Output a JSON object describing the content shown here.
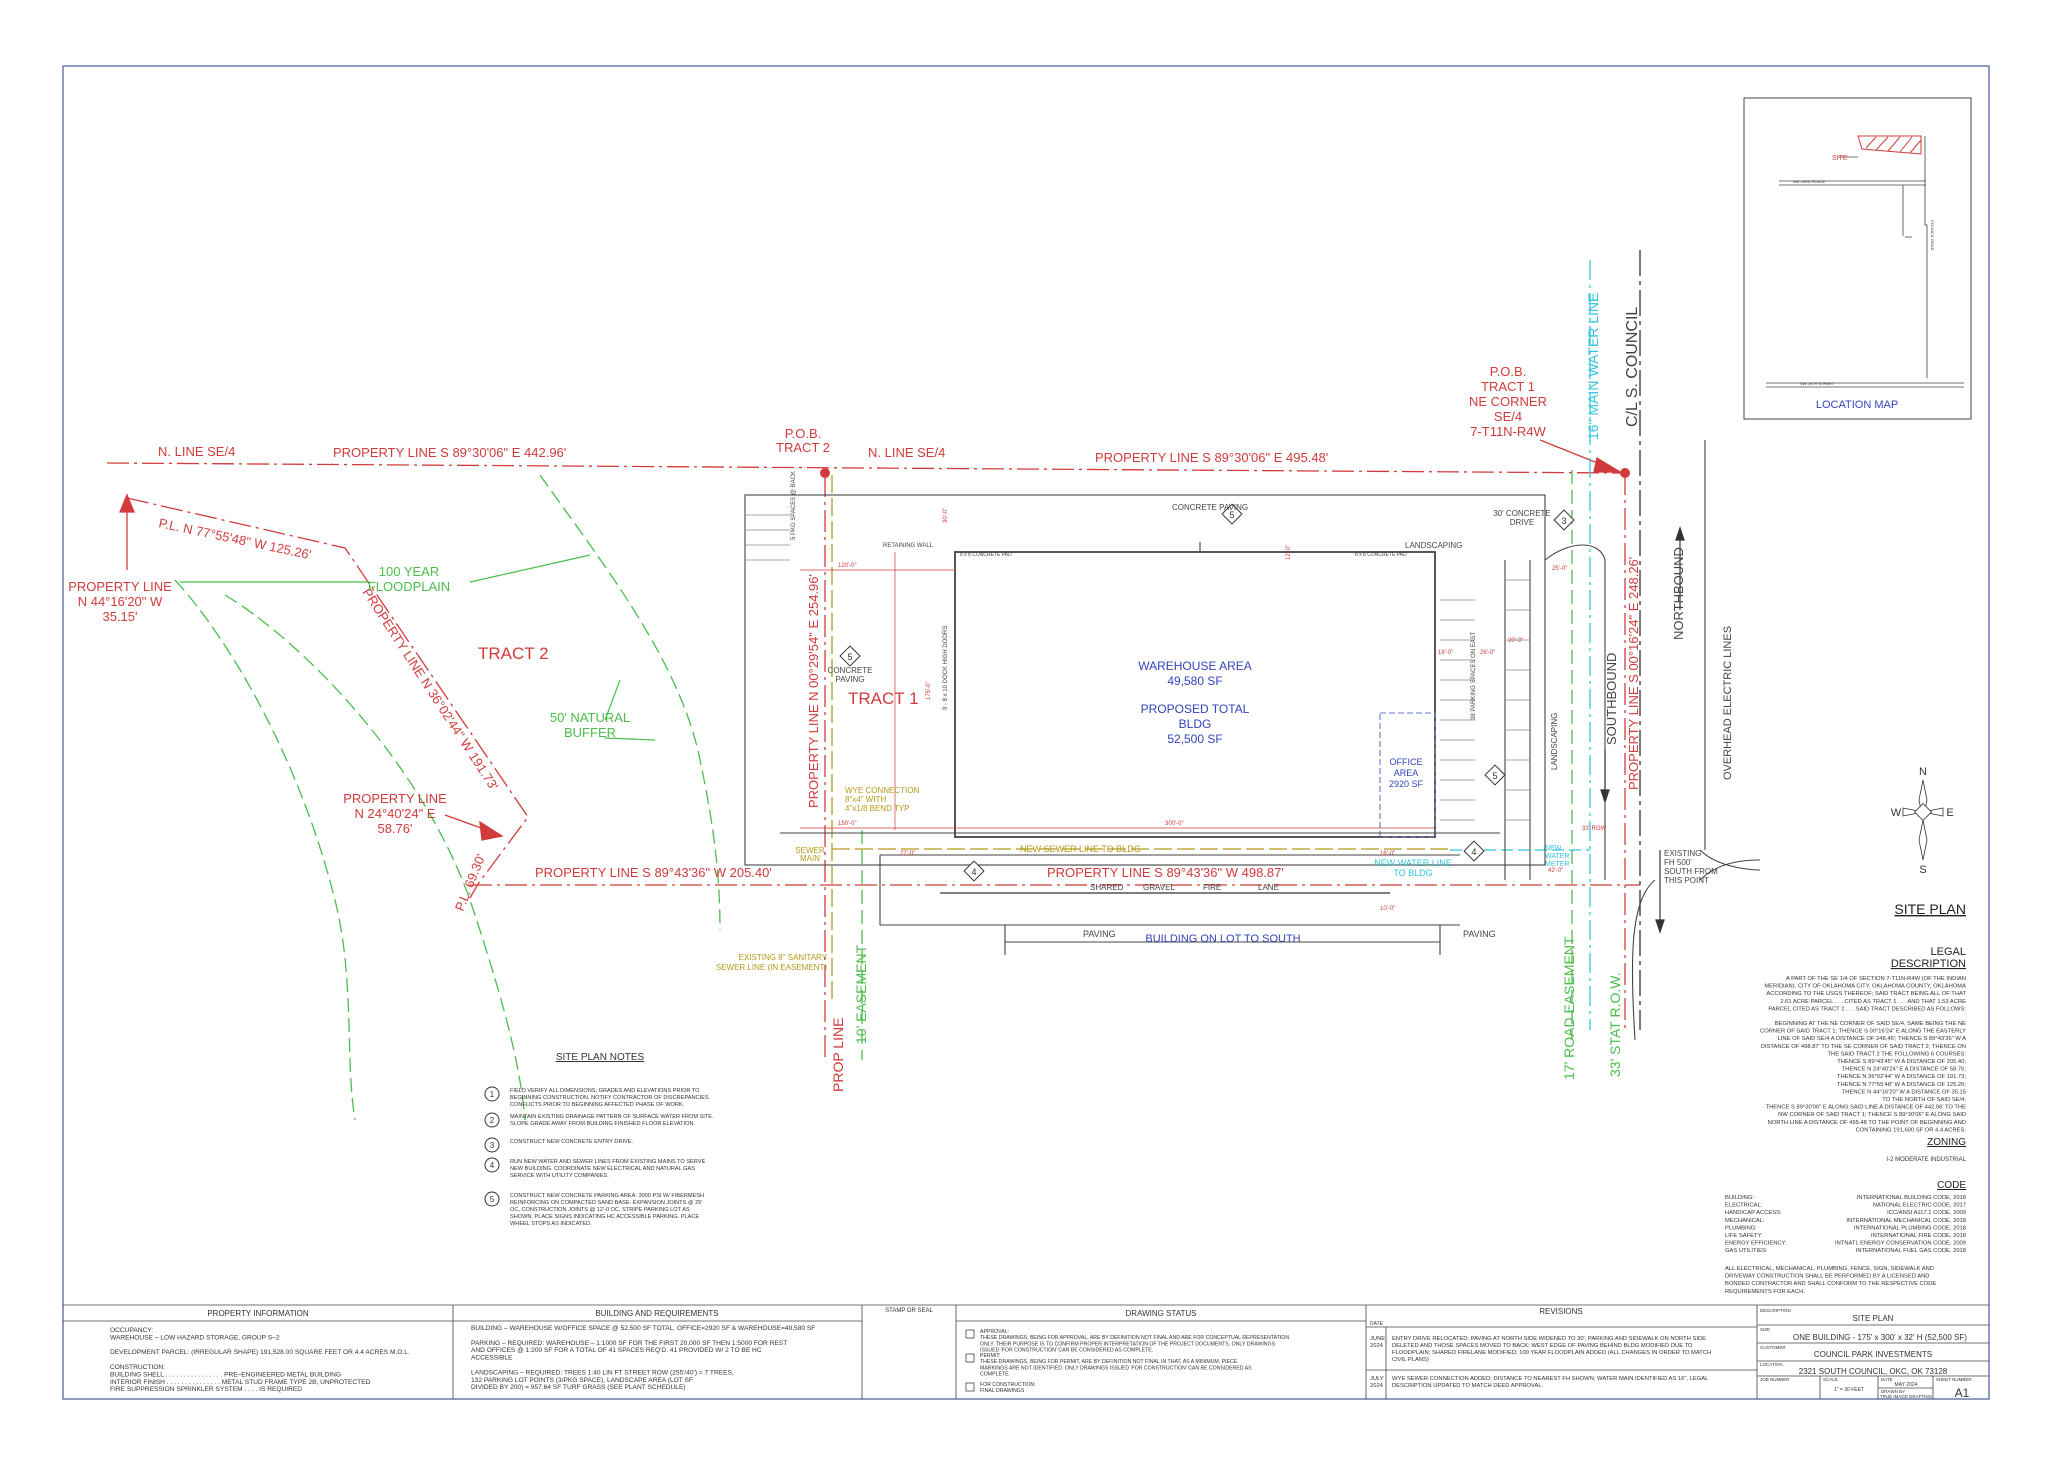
{
  "plan": {
    "north_line_left": "N. LINE SE/4",
    "north_line_mid": "N. LINE SE/4",
    "prop_line_top_left": "PROPERTY LINE S 89°30'06\" E 442.96'",
    "prop_line_top_right": "PROPERTY LINE S 89°30'06\" E 495.48'",
    "pl_77": "P.L. N 77°55'48\" W 125.26'",
    "prop_line_44": [
      "PROPERTY LINE",
      "N 44°16'20\" W",
      "35.15'"
    ],
    "floodplain": [
      "100 YEAR",
      "FLOODPLAIN"
    ],
    "tract2": "TRACT 2",
    "prop_line_36": "PROPERTY LINE N 36°02'44\" W 191.73'",
    "natural_buffer": [
      "50' NATURAL",
      "BUFFER"
    ],
    "prop_line_24": [
      "PROPERTY LINE",
      "N 24°40'24\" E",
      "58.76'"
    ],
    "pl_69": "P.L. 69.30'",
    "prop_line_bottom_left": "PROPERTY LINE S 89°43'36\" W 205.40'",
    "prop_line_bottom_right": "PROPERTY LINE S 89°43'36\" W 498.87'",
    "pob_tract2": [
      "P.O.B.",
      "TRACT 2"
    ],
    "pob_tract1": [
      "P.O.B.",
      "TRACT 1",
      "NE CORNER",
      "SE/4",
      "7-T11N-R4W"
    ],
    "tract1": "TRACT 1",
    "prop_line_west": "PROPERTY LINE N 00°29'54\" E 254.96'",
    "prop_line_east": "PROPERTY LINE S 00°16'24\" E 248.26'",
    "concrete_paving_top": "CONCRETE PAVING",
    "concrete_paving_left": [
      "CONCRETE",
      "PAVING"
    ],
    "concrete_drive": [
      "30' CONCRETE",
      "DRIVE"
    ],
    "landscaping_top": "LANDSCAPING",
    "landscaping_side": "LANDSCAPING",
    "warehouse": [
      "WAREHOUSE AREA",
      "49,580 SF"
    ],
    "proposed": [
      "PROPOSED TOTAL",
      "BLDG",
      "52,500 SF"
    ],
    "office": [
      "OFFICE",
      "AREA",
      "2920 SF"
    ],
    "main_water_line": "16\" MAIN WATER LINE",
    "council": "C/L S. COUNCIL",
    "northbound": "NORTHBOUND",
    "southbound": "SOUTHBOUND",
    "overhead_electric": "OVERHEAD ELECTRIC LINES",
    "new_sewer_line": "NEW SEWER LINE TO BLDG",
    "new_water_line": [
      "NEW WATER LINE",
      "TO BLDG"
    ],
    "shared_lane": [
      "SHARED",
      "GRAVEL",
      "FIRE",
      "LANE"
    ],
    "paving_left": "PAVING",
    "paving_right": "PAVING",
    "building_south": "BUILDING ON LOT TO SOUTH",
    "existing_sewer": [
      "EXISTING 8\" SANITARY",
      "SEWER LINE (IN EASEMENT)"
    ],
    "wye_connection": [
      "WYE CONNECTION",
      "8\"x4\" WITH",
      "4\"x1/8 BEND TYP"
    ],
    "sewer_main": [
      "SEWER",
      "MAIN"
    ],
    "easement_10": "10' EASEMENT",
    "prop_line_label": "PROP LINE",
    "road_easement": "17' ROAD EASEMENT",
    "stat_row": "33' STAT R.O.W.",
    "existing_fh": [
      "EXISTING",
      "FH 500'",
      "SOUTH FROM",
      "THIS POINT"
    ],
    "dims": {
      "d120": "120'-0\"",
      "d300": "300'-0\"",
      "d150": "150'-0\"",
      "d175": "175'-0\"",
      "d30": "30'-0\"",
      "d22": "22'-0\"",
      "d16": "16'-0\"",
      "d10": "10'-0\"",
      "d18": "18'-0\"",
      "d20": "20'-0\"",
      "d25": "25'-0\"",
      "d42": "42'-0\"",
      "d33": "33' ROW",
      "d12": "12'-0\"",
      "d26": "26'-0\""
    },
    "parking_east": "38 PARKING SPACES ON EAST",
    "parking_back": "5 PKG SPACES @ BACK",
    "dock_doors": "9 - 8 x 10 DOCK HIGH DOORS",
    "retaining_wall": "RETAINING WALL",
    "pads": "8 x 8 CONCRETE PAD",
    "new_meter": [
      "NEW",
      "WATER",
      "METER"
    ]
  },
  "location_map": {
    "title": "LOCATION MAP",
    "site": "SITE",
    "street_top": "SW 23RD PLACE",
    "street_bottom": "SW 29TH STREET",
    "road": "COUNCIL ROAD"
  },
  "compass": {
    "n": "N",
    "s": "S",
    "e": "E",
    "w": "W"
  },
  "notes": {
    "title": "SITE PLAN NOTES",
    "items": [
      {
        "num": "1",
        "text": [
          "FIELD VERIFY ALL DIMENSIONS, GRADES AND ELEVATIONS PRIOR TO",
          "BEGINNING CONSTRUCTION. NOTIFY CONTRACTOR OF DISCREPANCIES.",
          "CONFLICTS PRIOR TO BEGINNING AFFECTED PHASE OF WORK."
        ]
      },
      {
        "num": "2",
        "text": [
          "MAINTAIN EXISTING DRAINAGE PATTERN OF SURFACE WATER FROM SITE.",
          "SLOPE GRADE AWAY FROM BUILDING FINISHED FLOOR ELEVATION."
        ]
      },
      {
        "num": "3",
        "text": [
          "CONSTRUCT NEW CONCRETE ENTRY DRIVE."
        ]
      },
      {
        "num": "4",
        "text": [
          "RUN NEW WATER AND SEWER LINES FROM EXISTING MAINS TO SERVE",
          "NEW BUILDING. COORDINATE NEW ELECTRICAL AND NATURAL GAS",
          "SERVICE WITH UTILITY COMPANIES."
        ]
      },
      {
        "num": "5",
        "text": [
          "CONSTRUCT NEW CONCRETE PARKING AREA: 3000 PSI W/ FIBERMESH",
          "REINFORCING ON COMPACTED SAND BASE. EXPANSION JOINTS @ 25'",
          "OC, CONSTRUCTION JOINTS @ 12'-0 OC. STRIPE PARKING LOT AS",
          "SHOWN. PLACE SIGNS INDICATING HC ACCESSIBLE PARKING. PLACE",
          "WHEEL STOPS AS INDICATED."
        ]
      }
    ]
  },
  "right_panel": {
    "site_plan": "SITE PLAN",
    "legal_title": [
      "LEGAL",
      "DESCRIPTION"
    ],
    "legal_p1": [
      "A PART OF THE SE 1/4 OF SECTION 7-T11N-R4W (OF THE INDIAN",
      "MERIDIAN), CITY OF OKLAHOMA CITY, OKLAHOMA COUNTY, OKLAHOMA",
      "ACCORDING TO THE USGS THEREOF; SAID TRACT BEING ALL OF THAT",
      "2.61 ACRE PARCEL . . . CITED AS TRACT 1 . . . AND THAT 1.53 ACRE",
      "PARCEL CITED AS TRACT 2 . . . SAID TRACT DESCRIBED AS FOLLOWS:"
    ],
    "legal_p2": [
      "BEGINNING AT THE NE CORNER OF SAID SE/4, SAME BEING THE NE",
      "CORNER OF SAID TRACT 1; THENCE S 00°16'24\" E ALONG THE EASTERLY",
      "LINE OF SAID SE/4 A DISTANCE OF 248.46'; THENCE S 89°43'36\" W A",
      "DISTANCE OF 498.87' TO THE SE CORNER OF SAID TRACT 2; THENCE ON",
      "THE SAID TRACT 2 THE FOLLOWING 6 COURSES:",
      "THENCE S 89°43'45\" W A DISTANCE OF 205.40;",
      "THENCE N 24°40'24\" E A DISTANCE OF 58.76;",
      "THENCE N 36°02'44\" W A DISTANCE OF 191.73;",
      "THENCE N 77°55'48\" W A DISTANCE OF 125.26;",
      "THENCE N 44°16'20\" W A DISTANCE OF 35.15",
      "TO THE NORTH OF SAID SE/4;",
      "THENCE S 89°30'06\" E ALONG SAID LINE A DISTANCE OF 442.96' TO THE",
      "NW CORNER OF SAID TRACT 1; THENCE S 89°30'06\" E ALONG SAID",
      "NORTH LINE A DISTANCE OF 495.48 TO THE POINT OF BEGINNING AND",
      "CONTAINING 191,600 SF OR 4.4 ACRES."
    ],
    "zoning_title": "ZONING",
    "zoning": "I-2 MODERATE INDUSTRIAL",
    "code_title": "CODE",
    "codes": [
      [
        "BUILDING:",
        "INTERNATIONAL BUILDING CODE, 2018"
      ],
      [
        "ELECTRICAL:",
        "NATIONAL ELECTRIC CODE, 2017"
      ],
      [
        "HANDICAP ACCESS:",
        "ICC/ANSI A117.1 CODE, 2009"
      ],
      [
        "MECHANICAL:",
        "INTERNATIONAL MECHANICAL CODE, 2018"
      ],
      [
        "PLUMBING:",
        "INTERNATIONAL PLUMBING CODE, 2018"
      ],
      [
        "LIFE SAFETY:",
        "INTERNATIONAL FIRE CODE, 2018"
      ],
      [
        "ENERGY EFFICIENCY:",
        "INTNATL ENERGY CONSERVATION CODE, 2009"
      ],
      [
        "GAS UTILITIES:",
        "INTERNATIONAL FUEL GAS CODE, 2018"
      ]
    ],
    "code_note": [
      "ALL ELECTRICAL, MECHANICAL, PLUMBING, FENCE, SIGN, SIDEWALK AND",
      "DRIVEWAY CONSTRUCTION SHALL BE PERFORMED BY A LICENSED AND",
      "BONDED CONTRACTOR AND SHALL CONFORM TO THE RESPECTIVE CODE",
      "REQUIREMENTS FOR EACH."
    ]
  },
  "title_block": {
    "property_info": {
      "title": "PROPERTY INFORMATION",
      "lines": [
        "OCCUPANCY:",
        "WAREHOUSE – LOW HAZARD STORAGE, GROUP S–2",
        "",
        "DEVELOPMENT PARCEL: (IRREGULAR SHAPE) 191,528.00 SQUARE FEET OR 4.4 ACRES M.O.L.",
        "",
        "CONSTRUCTION:",
        "BUILDING SHELL . . . . . . . . . . . . . . . . PRE–ENGINEERED METAL BUILDING",
        "INTERIOR FINISH . . . . . . . . . . . . . . . METAL STUD FRAME TYPE 2B, UNPROTECTED",
        "FIRE SUPPRESSION SPRINKLER SYSTEM . . . . IS REQUIRED"
      ]
    },
    "building_req": {
      "title": "BUILDING AND REQUIREMENTS",
      "lines": [
        "BUILDING – WAREHOUSE W/OFFICE SPACE @ 52,500 SF TOTAL. OFFICE=2920 SF  & WAREHOUSE=49,580 SF",
        "",
        "PARKING – REQUIRED: WAREHOUSE – 1:1000 SF FOR THE FIRST 20,000 SF THEN 1:5000 FOR REST",
        "          AND OFFICES @ 1:200 SF FOR A TOTAL OF 41 SPACES REQ'D. 41 PROVIDED W/ 2 TO BE HC",
        "          ACCESSIBLE",
        "",
        "LANDSCAPING – REQUIRED: TREES 1:40 LIN FT STREET ROW (255'/40') = 7 TREES,",
        "          132 PARKING LOT POINTS (3/PKG SPACE), LANDSCAPE AREA (LOT SF",
        "          DIVIDED BY 200) = 957.64 SF TURF GRASS (SEE PLANT SCHEDULE)"
      ]
    },
    "stamp": "STAMP OR SEAL",
    "drawing_status": {
      "title": "DRAWING STATUS",
      "approval": [
        "APPROVAL:",
        "THESE DRAWINGS, BEING FOR APPROVAL, ARE BY DEFINITION NOT FINAL AND ARE FOR CONCEPTUAL REPRESENTATION",
        "ONLY.  THEIR PURPOSE IS TO CONFIRM PROPER INTERPRETATION OF THE PROJECT DOCUMENTS.  ONLY DRAWINGS",
        "ISSUED 'FOR CONSTRUCTION' CAN BE CONSIDERED AS COMPLETE."
      ],
      "permit": [
        "PERMIT:",
        "THESE DRAWINGS, BEING FOR PERMIT, ARE BY DEFINITION NOT FINAL IN THAT, AS A MINIMUM, PIECE",
        "MARKINGS ARE NOT IDENTIFIED.  ONLY DRAWINGS ISSUED 'FOR CONSTRUCTION' CAN BE CONSIDERED AS",
        "COMPLETE."
      ],
      "construction": [
        "FOR CONSTRUCTION:",
        "FINAL DRAWINGS"
      ]
    },
    "revisions": {
      "title": "REVISIONS",
      "date_label": "DATE",
      "rows": [
        {
          "date": [
            "JUNE",
            "2024"
          ],
          "text": [
            "ENTRY DRIVE RELOCATED; PAVING AT NORTH SIDE WIDENED TO 30'; PARKING AND SIDEWALK ON NORTH SIDE",
            "DELETED AND THOSE SPACES MOVED TO BACK; WEST EDGE OF PAVING BEHIND BLDG MODIFIED DUE TO",
            "FLOODPLAIN; SHARED FIRELANE MODIFIED; 100 YEAR FLOODPLAIN ADDED (ALL CHANGES IN ORDER TO MATCH",
            "CIVIL PLANS)"
          ]
        },
        {
          "date": [
            "JULY",
            "2024"
          ],
          "text": [
            "WYE SEWER CONNECTION ADDED; DISTANCE TO NEAREST FH SHOWN; WATER MAIN IDENTIFIED AS 16\", LEGAL",
            "DESCRIPTION UPDATED TO MATCH DEED APPROVAL."
          ]
        }
      ]
    },
    "sheet": {
      "description_label": "DESCRIPTION",
      "description": "SITE PLAN",
      "size_label": "SIZE",
      "size": "ONE BUILDING - 175' x 300' x 32' H (52,500 SF)",
      "customer_label": "CUSTOMER",
      "customer": "COUNCIL PARK INVESTMENTS",
      "location_label": "LOCATION",
      "location": "2321 SOUTH COUNCIL, OKC, OK 73128",
      "job_label": "JOB NUMBER",
      "scale_label": "SCALE",
      "scale": "1\" = 30 FEET",
      "date_label": "DATE",
      "date": "MAY 2024",
      "drawn_label": "DRAWN BY",
      "drawn": "TRUE IMAGE DRAFTING",
      "sheet_label": "SHEET NUMBER",
      "sheet_number": "A1"
    }
  },
  "colors": {
    "red": "#d23b3b",
    "green": "#4cbd4c",
    "cyan": "#33c4dd",
    "blue": "#3344bb",
    "olive": "#b59a1c",
    "line": "#333333"
  }
}
